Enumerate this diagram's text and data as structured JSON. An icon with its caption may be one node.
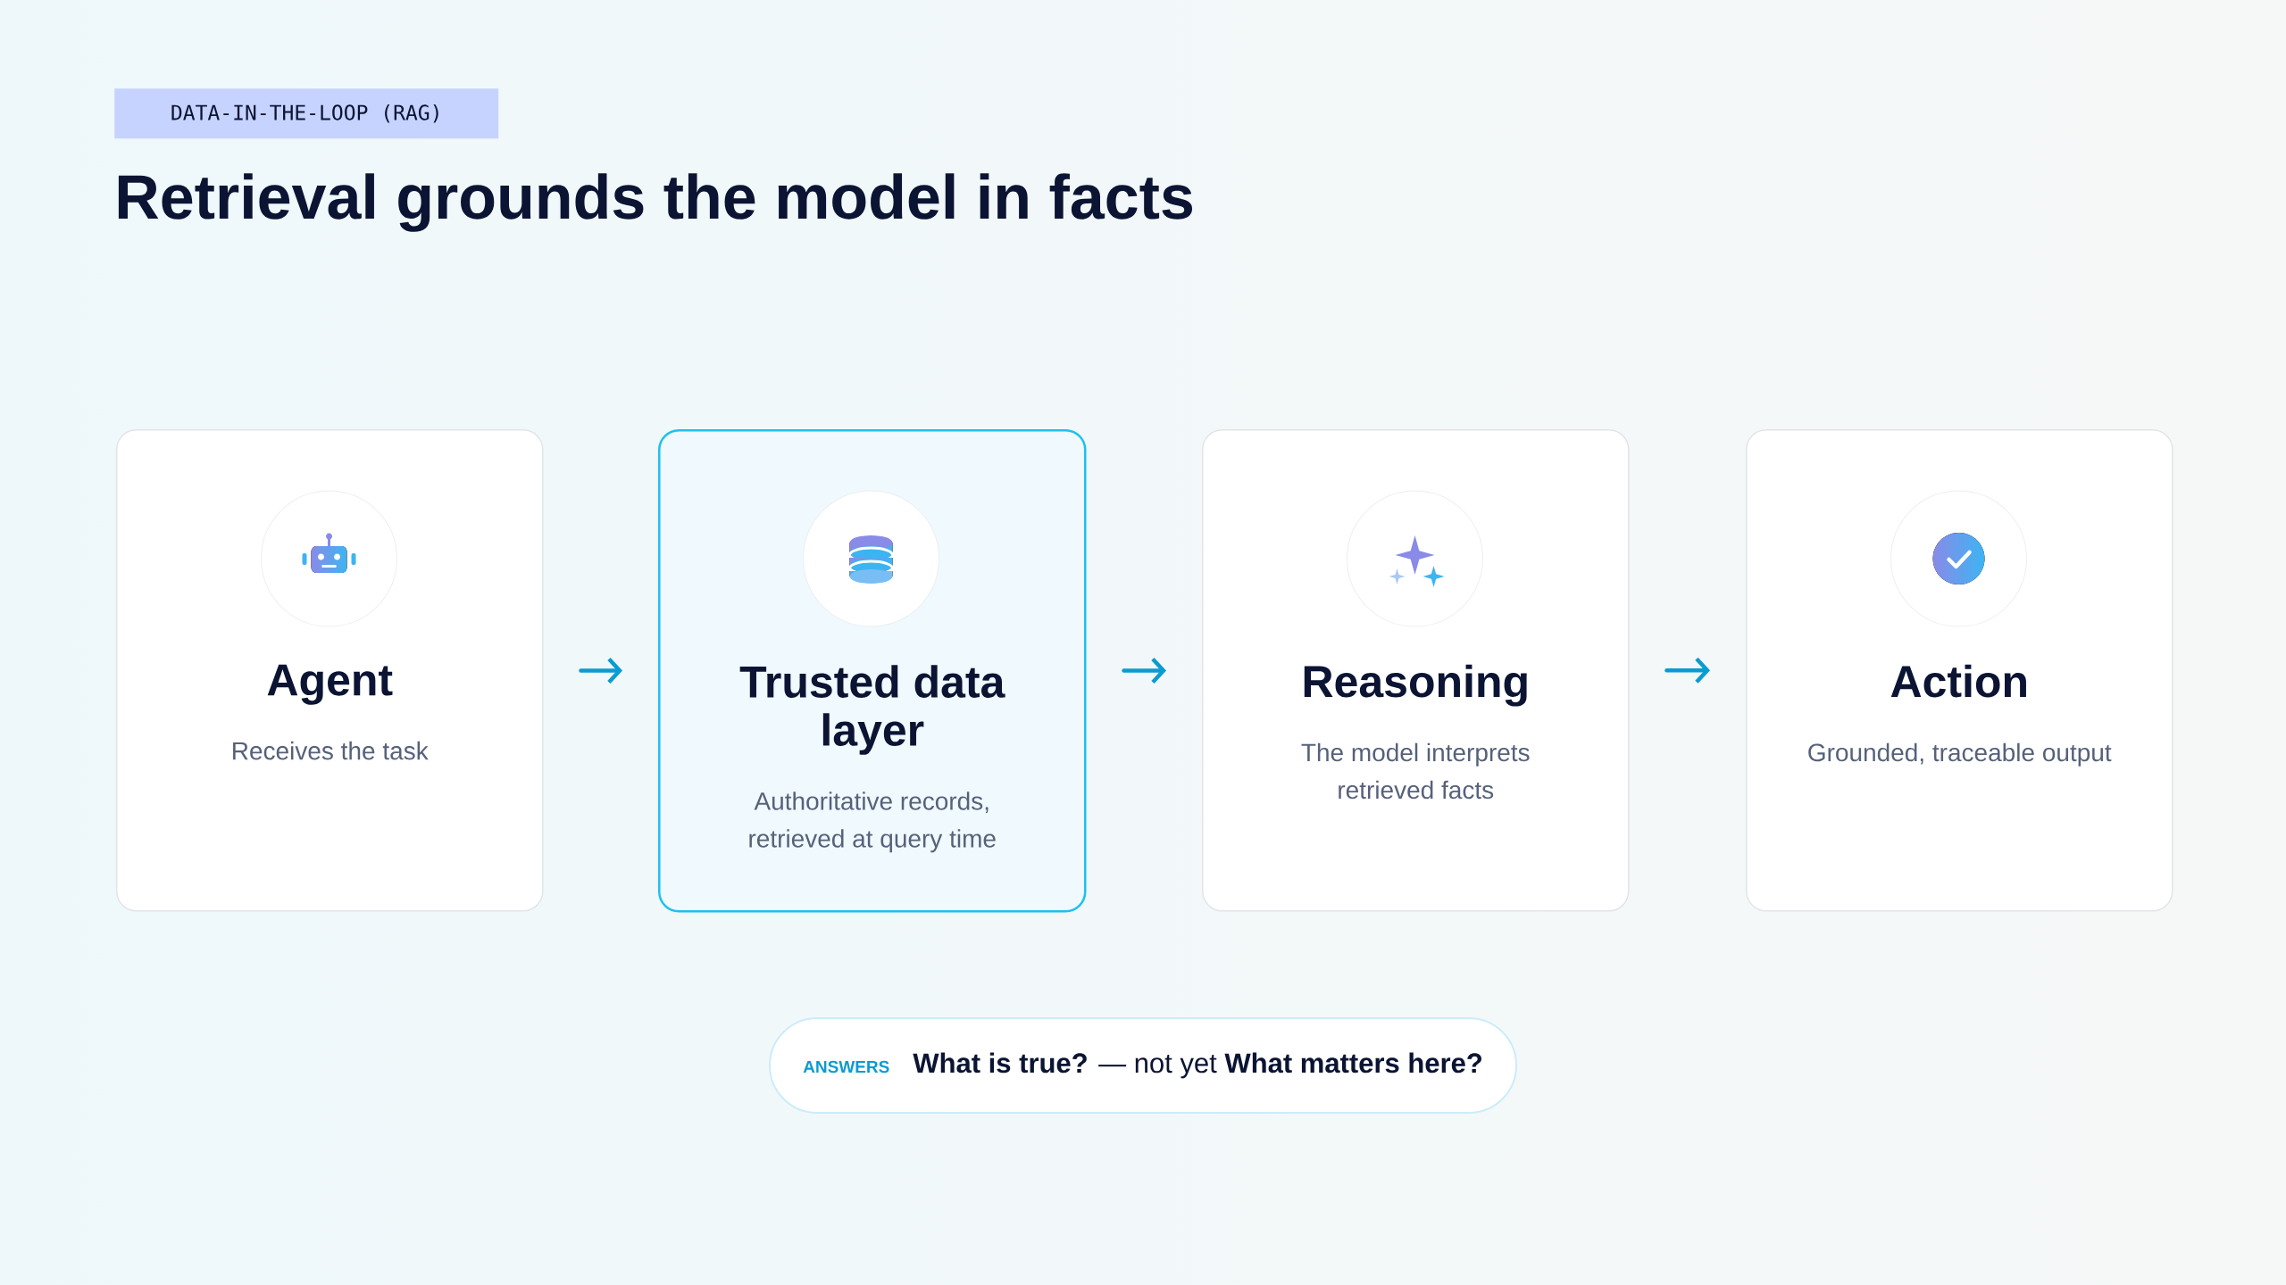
{
  "diagram": {
    "title": "Retrieval grounds the model in facts",
    "nodes": [
      {
        "text": [
          "DATA-IN-THE-LOOP (RAG)"
        ]
      },
      {
        "text": [
          "Agent",
          "Receives the task"
        ]
      },
      {
        "text": [
          "Trusted data layer",
          "Authoritative records, retrieved at query time"
        ]
      },
      {
        "text": [
          "Reasoning",
          "The model interprets retrieved facts"
        ]
      },
      {
        "text": [
          "Action",
          "Grounded, traceable output"
        ]
      },
      {
        "text": [
          "ANSWERS",
          "**What is true?** — not yet **What matters here?**"
        ]
      }
    ],
    "edges": [
      {
        "from": 1,
        "to": 2,
        "arrow": "to"
      },
      {
        "from": 2,
        "to": 3,
        "arrow": "to"
      },
      {
        "from": 3,
        "to": 4,
        "arrow": "to"
      }
    ]
  }
}
